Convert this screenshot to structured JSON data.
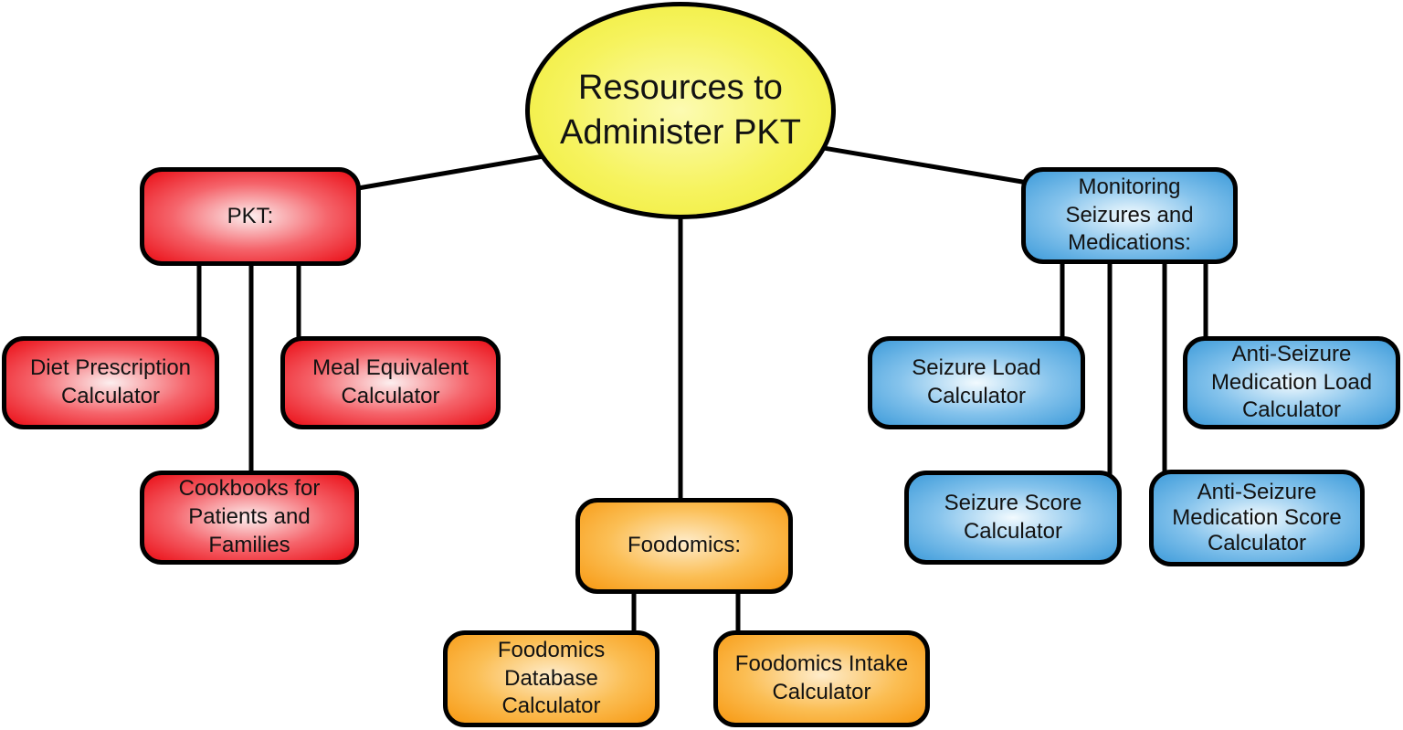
{
  "diagram": {
    "root": {
      "label": "Resources to Administer PKT",
      "fill": "#EFEC37"
    },
    "branches": [
      {
        "label": "PKT:",
        "fill": "#EC1C24",
        "children": [
          {
            "label": "Diet Prescription Calculator"
          },
          {
            "label": "Meal Equivalent Calculator"
          },
          {
            "label": "Cookbooks for Patients and Families"
          }
        ]
      },
      {
        "label": "Foodomics:",
        "fill": "#F89F1D",
        "children": [
          {
            "label": "Foodomics Database Calculator"
          },
          {
            "label": "Foodomics Intake Calculator"
          }
        ]
      },
      {
        "label": "Monitoring Seizures and Medications:",
        "fill": "#46A0DC",
        "children": [
          {
            "label": "Seizure Load Calculator"
          },
          {
            "label": "Anti-Seizure Medication Load Calculator"
          },
          {
            "label": "Seizure Score Calculator"
          },
          {
            "label": "Anti-Seizure Medication Score Calculator"
          }
        ]
      }
    ],
    "line_color": "#000000",
    "background": "#FFFFFF"
  }
}
